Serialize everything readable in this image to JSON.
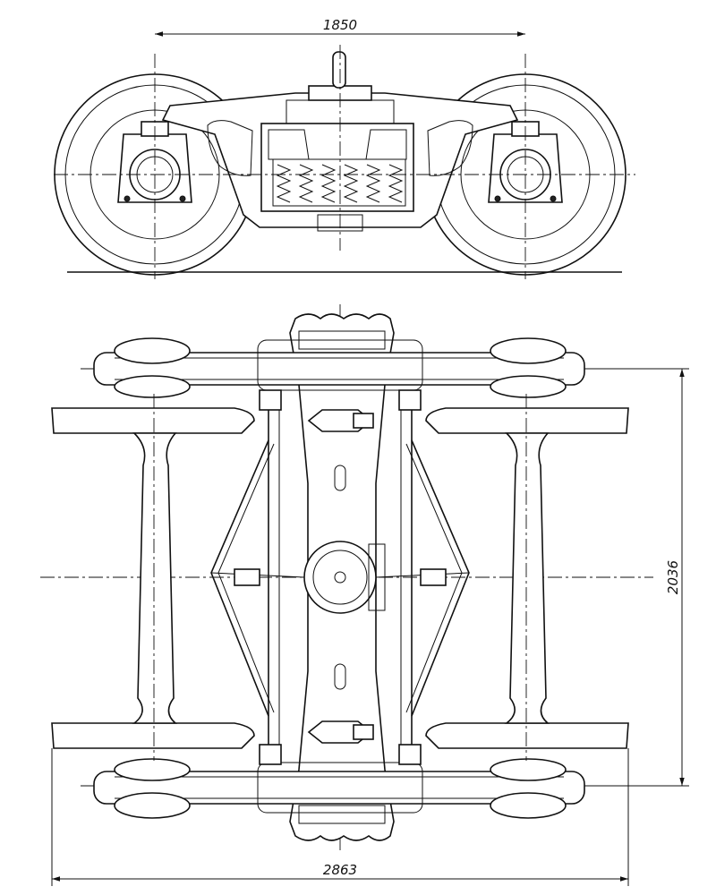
{
  "drawing": {
    "dimensions": {
      "wheelbase": "1850",
      "track": "2036",
      "overall_length": "2863"
    }
  }
}
